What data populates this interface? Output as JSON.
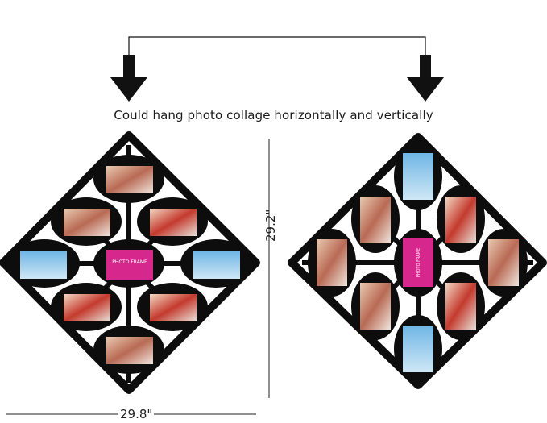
{
  "caption": "Could hang photo collage horizontally and vertically",
  "dimensions": {
    "height_label": "29.2\"",
    "width_label": "29.8\""
  },
  "icons": {
    "left_arrow": "arrow-down-icon",
    "right_arrow": "arrow-down-icon"
  },
  "frame_labels": {
    "center_horizontal": "PHOTO FRAME",
    "center_vertical": "PHOTO FRAME"
  },
  "colors": {
    "frame": "#0d0d0d",
    "center_photo": "#d6288c",
    "background": "#ffffff"
  }
}
